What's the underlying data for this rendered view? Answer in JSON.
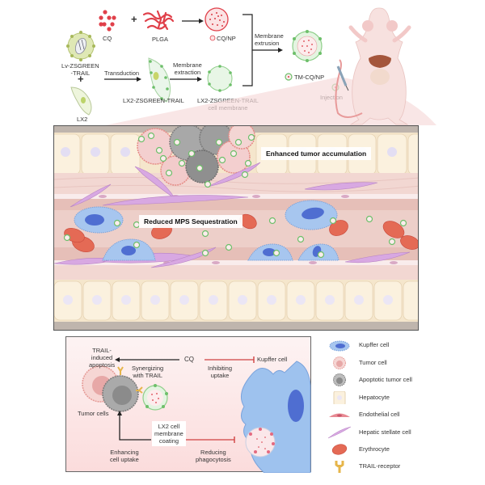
{
  "top_section": {
    "cq_label": "CQ",
    "plus_1": "+",
    "plga_label": "PLGA",
    "cq_np_label": "CQ/NP",
    "lentivirus_label_line1": "Lv-ZSGREEN",
    "lentivirus_label_line2": "-TRAIL",
    "plus_2": "+",
    "lx2_label": "LX2",
    "transduction_label": "Transduction",
    "lx2_cell_label": "LX2-ZSGREEN-TRAIL",
    "membrane_extraction_line1": "Membrane",
    "membrane_extraction_line2": "extraction",
    "membrane_label_line1": "LX2-ZSGREEN-TRAIL",
    "membrane_label_line2": "cell membrane",
    "membrane_extrusion_line1": "Membrane",
    "membrane_extrusion_line2": "extrusion",
    "tm_cq_np_label": "TM-CQ/NP",
    "injection_label": "Injection"
  },
  "main_panel": {
    "enhanced_label": "Enhanced tumor accumulation",
    "reduced_label": "Reduced MPS Sequestration"
  },
  "mechanism_panel": {
    "trail_apoptosis_line1": "TRAIL-",
    "trail_apoptosis_line2": "induced",
    "trail_apoptosis_line3": "apoptosis",
    "cq_label": "CQ",
    "synergizing_line1": "Synergizing",
    "synergizing_line2": "with TRAIL",
    "inhibiting_line1": "Inhibiting",
    "inhibiting_line2": "uptake",
    "kupffer_label": "Kupffer cell",
    "tumor_cells_label": "Tumor cells",
    "lx2_coating_line1": "LX2 cell",
    "lx2_coating_line2": "membrane",
    "lx2_coating_line3": "coating",
    "enhancing_line1": "Enhancing",
    "enhancing_line2": "cell uptake",
    "reducing_line1": "Reducing",
    "reducing_line2": "phagocytosis"
  },
  "legend": {
    "items": [
      {
        "icon": "kupffer-cell-icon",
        "label": "Kupffer cell"
      },
      {
        "icon": "tumor-cell-icon",
        "label": "Tumor cell"
      },
      {
        "icon": "apoptotic-tumor-cell-icon",
        "label": "Apoptotic tumor cell"
      },
      {
        "icon": "hepatocyte-icon",
        "label": "Hepatocyte"
      },
      {
        "icon": "endothelial-cell-icon",
        "label": "Endothelial cell"
      },
      {
        "icon": "hepatic-stellate-cell-icon",
        "label": "Hepatic stellate cell"
      },
      {
        "icon": "erythrocyte-icon",
        "label": "Erythrocyte"
      },
      {
        "icon": "trail-receptor-icon",
        "label": "TRAIL-receptor"
      }
    ]
  },
  "colors": {
    "nanoparticle_red": "#e0404a",
    "membrane_green": "#6dbf6a",
    "kupffer_blue": "#8fb8e8",
    "erythrocyte_red": "#e05a4a",
    "stellate_purple": "#c89ad6",
    "hepatocyte_cream": "#fbf0dc",
    "inhibit_red": "#d04040"
  }
}
